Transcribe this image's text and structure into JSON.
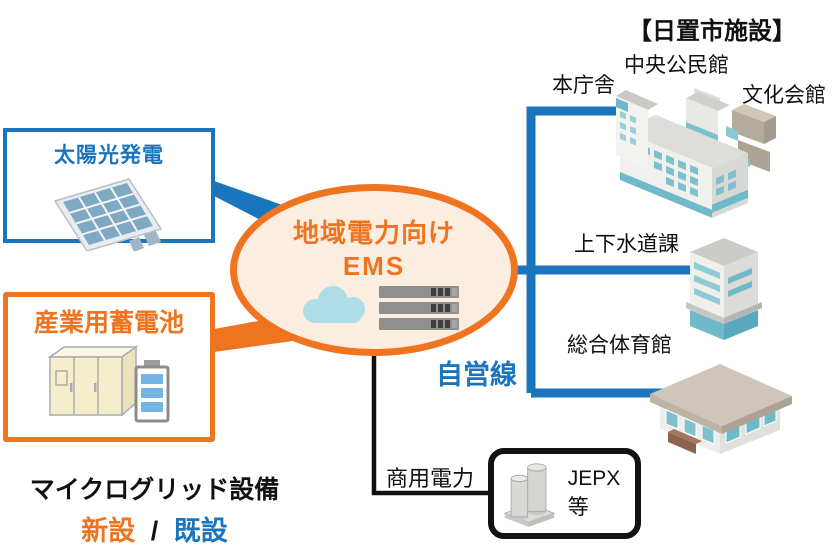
{
  "palette": {
    "blue": "#1B75BC",
    "orange": "#EE7420",
    "black": "#111111",
    "ems_fill": "#FCEDE1",
    "cloud_blue": "#AEDDE8",
    "server_gray": "#8F8F8F",
    "teal": "#6FB9CB",
    "cabinet_beige": "#F5EECC",
    "battery_bar_blue": "#74B5E5"
  },
  "equipment": {
    "solar": {
      "label": "太陽光発電"
    },
    "battery": {
      "label": "産業用蓄電池"
    }
  },
  "ems": {
    "line1": "地域電力向け",
    "line2": "EMS"
  },
  "connections": {
    "private_line": "自営線",
    "commercial_power": "商用電力"
  },
  "market": {
    "label": "JEPX等"
  },
  "facilities": {
    "header": "【日置市施設】",
    "items": [
      {
        "id": "main-government-building",
        "label": "本庁舎"
      },
      {
        "id": "central-community-center",
        "label": "中央公民館"
      },
      {
        "id": "culture-hall",
        "label": "文化会館"
      },
      {
        "id": "water-sewage-division",
        "label": "上下水道課"
      },
      {
        "id": "general-gymnasium",
        "label": "総合体育館"
      }
    ]
  },
  "legend": {
    "title": "マイクログリッド設備",
    "new_label": "新設",
    "separator": "/",
    "existing_label": "既設"
  }
}
